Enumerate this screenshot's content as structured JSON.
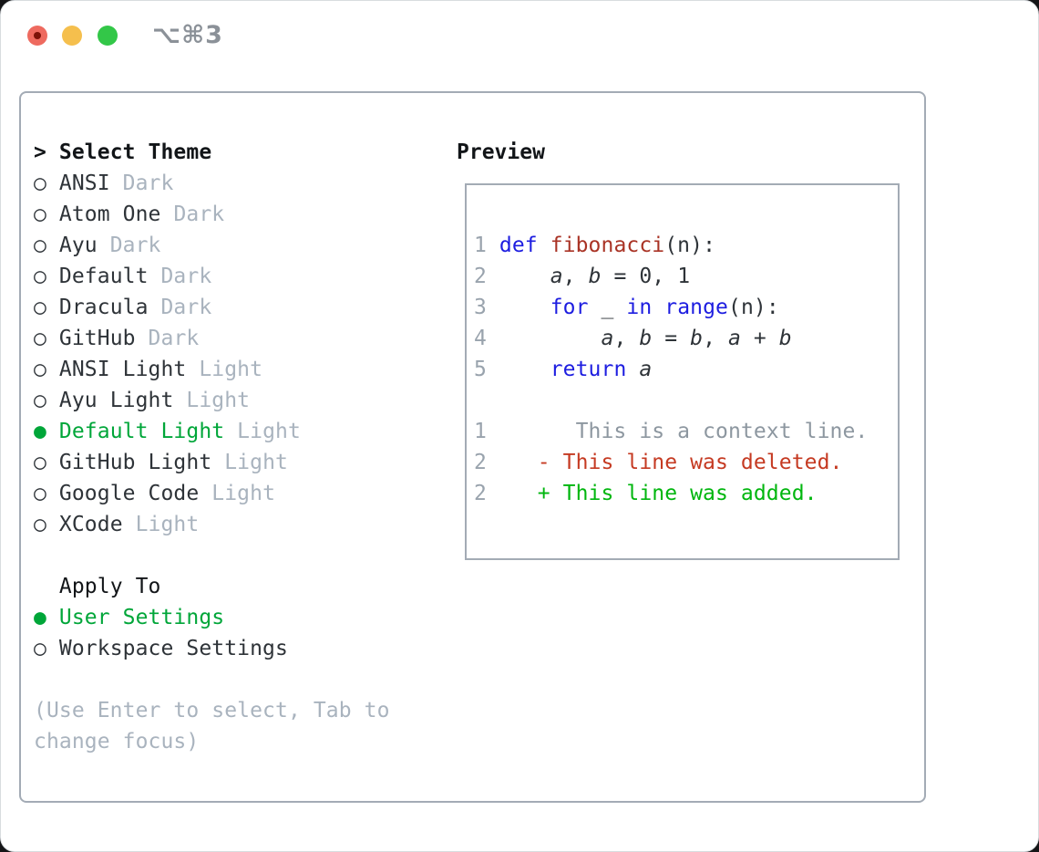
{
  "chrome": {
    "shortcut_label": "⌥⌘3",
    "traffic_lights": [
      "close",
      "minimize",
      "zoom"
    ]
  },
  "palette": {
    "ink": "#2e3338",
    "header": "#121518",
    "tag": "#a9b3be",
    "hint": "#a9b3be",
    "num": "#99a3ad",
    "ctx": "#8d97a0",
    "kw": "#1d1de0",
    "func": "#a93325",
    "del": "#c53a22",
    "add": "#00b60e",
    "green": "#00a639",
    "border": "#a3abb5",
    "traffic_red": "#ee6a5f",
    "traffic_yellow": "#f5bf4d",
    "traffic_green": "#33c748"
  },
  "glyphs": {
    "bullet_selected": "●",
    "bullet_unselected": "○",
    "prompt": ">"
  },
  "left_panel": {
    "title": "Select Theme",
    "themes": [
      {
        "name": "ANSI",
        "tag": "Dark",
        "selected": false
      },
      {
        "name": "Atom One",
        "tag": "Dark",
        "selected": false
      },
      {
        "name": "Ayu",
        "tag": "Dark",
        "selected": false
      },
      {
        "name": "Default",
        "tag": "Dark",
        "selected": false
      },
      {
        "name": "Dracula",
        "tag": "Dark",
        "selected": false
      },
      {
        "name": "GitHub",
        "tag": "Dark",
        "selected": false
      },
      {
        "name": "ANSI Light",
        "tag": "Light",
        "selected": false
      },
      {
        "name": "Ayu Light",
        "tag": "Light",
        "selected": false
      },
      {
        "name": "Default Light",
        "tag": "Light",
        "selected": true
      },
      {
        "name": "GitHub Light",
        "tag": "Light",
        "selected": false
      },
      {
        "name": "Google Code",
        "tag": "Light",
        "selected": false
      },
      {
        "name": "XCode",
        "tag": "Light",
        "selected": false
      }
    ],
    "apply_title": "Apply To",
    "apply_options": [
      {
        "name": "User Settings",
        "selected": true
      },
      {
        "name": "Workspace Settings",
        "selected": false
      }
    ],
    "hint_lines": [
      "(Use Enter to select, Tab to",
      "change focus)"
    ]
  },
  "preview": {
    "title": "Preview",
    "lines": [
      {
        "num": "1",
        "segs": [
          {
            "t": "def ",
            "c": "kw"
          },
          {
            "t": "fibonacci",
            "c": "func"
          },
          {
            "t": "(n):",
            "c": "ink"
          }
        ]
      },
      {
        "num": "2",
        "segs": [
          {
            "t": "    ",
            "c": "ink"
          },
          {
            "t": "a",
            "c": "ink",
            "i": true
          },
          {
            "t": ", ",
            "c": "ink"
          },
          {
            "t": "b",
            "c": "ink",
            "i": true
          },
          {
            "t": " = 0, 1",
            "c": "ink"
          }
        ]
      },
      {
        "num": "3",
        "segs": [
          {
            "t": "    ",
            "c": "ink"
          },
          {
            "t": "for",
            "c": "kw"
          },
          {
            "t": " _ ",
            "c": "ink"
          },
          {
            "t": "in",
            "c": "kw"
          },
          {
            "t": " ",
            "c": "ink"
          },
          {
            "t": "range",
            "c": "kw"
          },
          {
            "t": "(n):",
            "c": "ink"
          }
        ]
      },
      {
        "num": "4",
        "segs": [
          {
            "t": "        ",
            "c": "ink"
          },
          {
            "t": "a",
            "c": "ink",
            "i": true
          },
          {
            "t": ", ",
            "c": "ink"
          },
          {
            "t": "b",
            "c": "ink",
            "i": true
          },
          {
            "t": " = ",
            "c": "ink"
          },
          {
            "t": "b",
            "c": "ink",
            "i": true
          },
          {
            "t": ", ",
            "c": "ink"
          },
          {
            "t": "a",
            "c": "ink",
            "i": true
          },
          {
            "t": " + ",
            "c": "ink"
          },
          {
            "t": "b",
            "c": "ink",
            "i": true
          }
        ]
      },
      {
        "num": "5",
        "segs": [
          {
            "t": "    ",
            "c": "ink"
          },
          {
            "t": "return",
            "c": "kw"
          },
          {
            "t": " ",
            "c": "ink"
          },
          {
            "t": "a",
            "c": "ink",
            "i": true
          }
        ]
      },
      {
        "num": "",
        "segs": []
      },
      {
        "num": "1",
        "segs": [
          {
            "t": "      This is a context line.",
            "c": "ctx"
          }
        ]
      },
      {
        "num": "2",
        "segs": [
          {
            "t": "   - This line was deleted.",
            "c": "del"
          }
        ]
      },
      {
        "num": "2",
        "segs": [
          {
            "t": "   + This line was added.",
            "c": "add"
          }
        ]
      }
    ]
  }
}
